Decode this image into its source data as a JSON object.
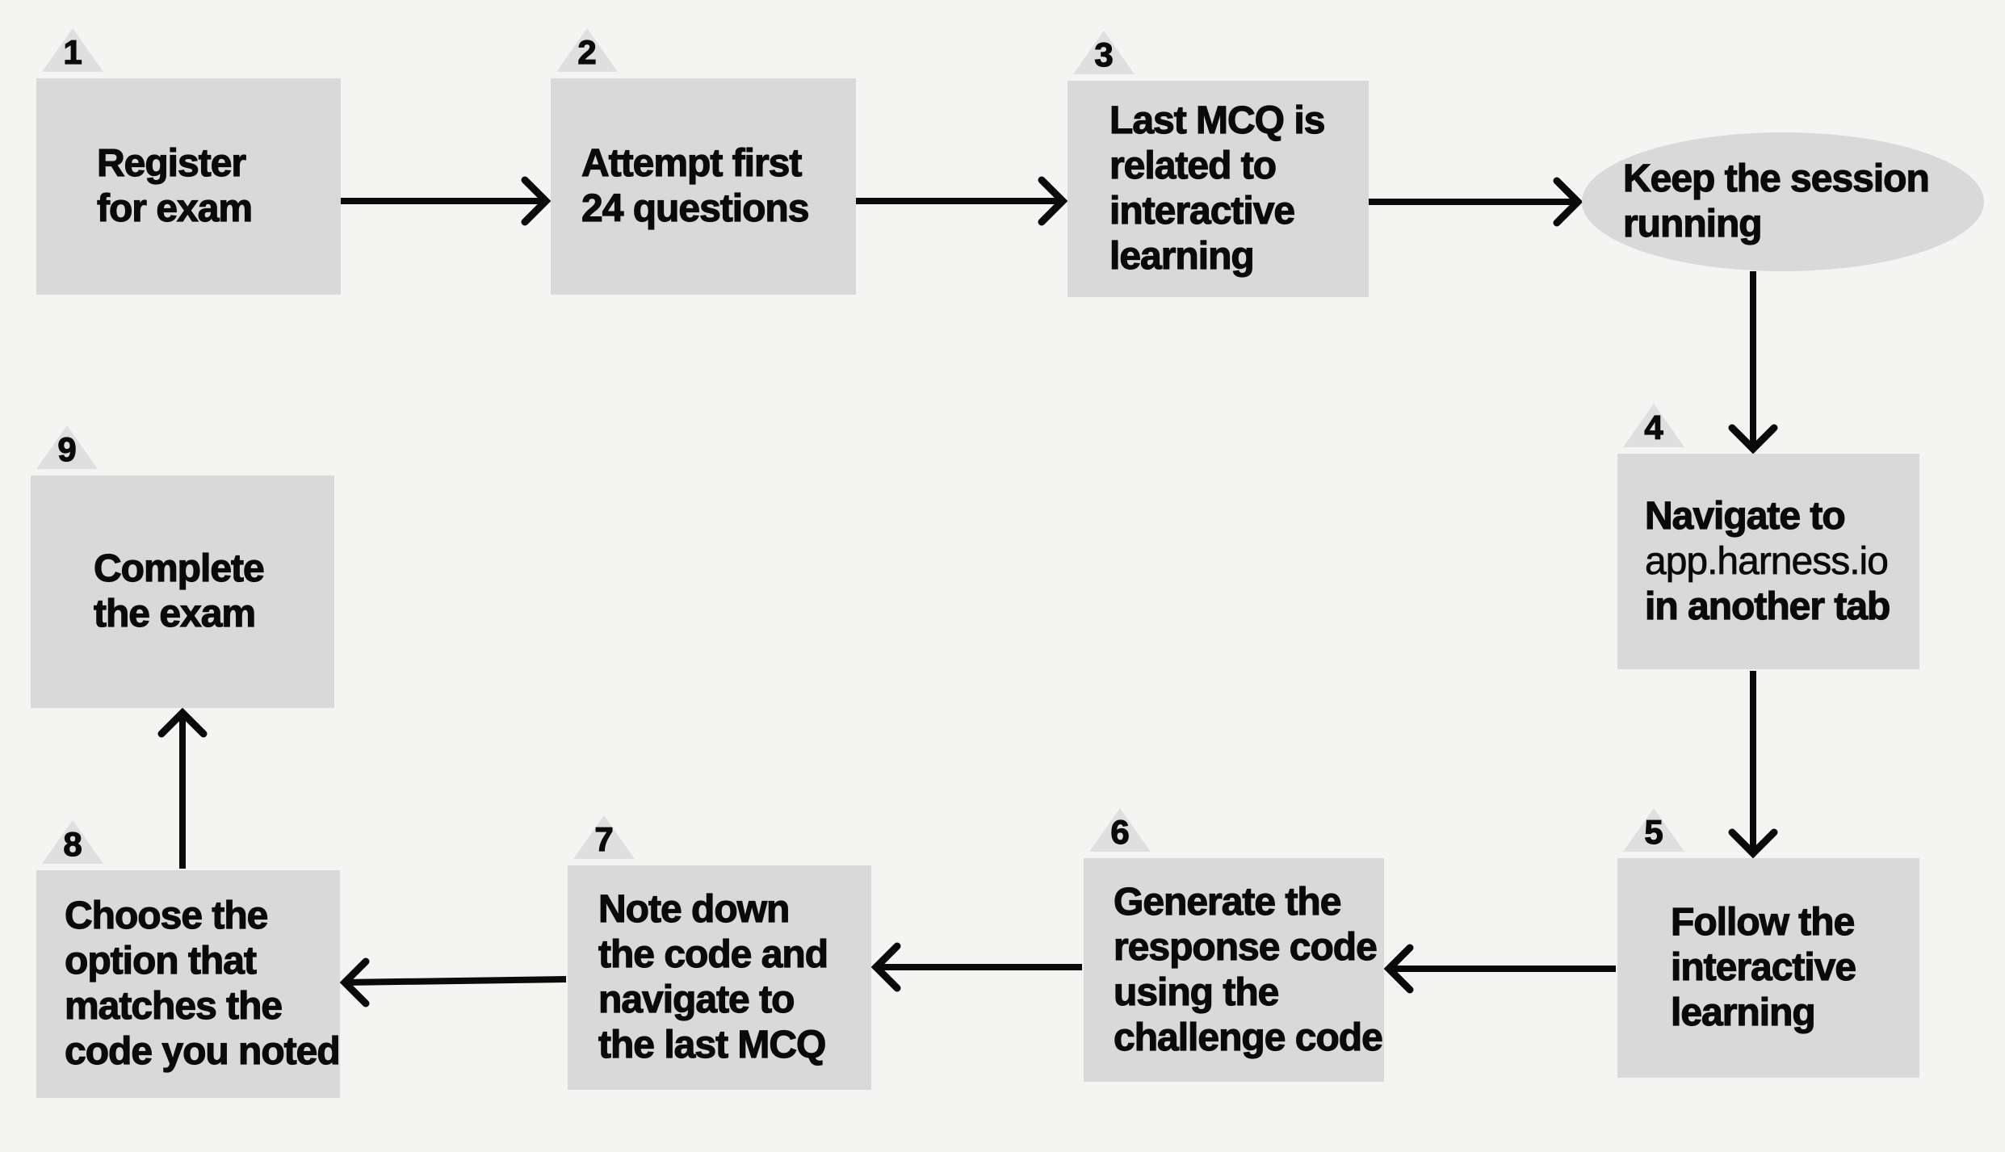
{
  "diagram": {
    "background": "#f4f4f3",
    "node_fill": "#d9d9d9",
    "marker_fill": "#dfdfdf",
    "arrow_color": "#0a0a0a",
    "nodes": [
      {
        "key": "step-1",
        "number": "1",
        "shape": "rectangle",
        "lines": [
          "Register",
          "for exam"
        ]
      },
      {
        "key": "step-2",
        "number": "2",
        "shape": "rectangle",
        "lines": [
          "Attempt first",
          "24 questions"
        ]
      },
      {
        "key": "step-3",
        "number": "3",
        "shape": "rectangle",
        "lines": [
          "Last MCQ is",
          "related to",
          "interactive",
          "learning"
        ]
      },
      {
        "key": "keep-session",
        "number": "",
        "shape": "ellipse",
        "lines": [
          "Keep the session",
          "running"
        ]
      },
      {
        "key": "step-4",
        "number": "4",
        "shape": "rectangle",
        "lines": [
          "Navigate to",
          "app.harness.io",
          "in another tab"
        ]
      },
      {
        "key": "step-5",
        "number": "5",
        "shape": "rectangle",
        "lines": [
          "Follow the",
          "interactive",
          "learning"
        ]
      },
      {
        "key": "step-6",
        "number": "6",
        "shape": "rectangle",
        "lines": [
          "Generate the",
          "response code",
          "using the",
          "challenge code"
        ]
      },
      {
        "key": "step-7",
        "number": "7",
        "shape": "rectangle",
        "lines": [
          "Note down",
          "the code and",
          "navigate to",
          "the last MCQ"
        ]
      },
      {
        "key": "step-8",
        "number": "8",
        "shape": "rectangle",
        "lines": [
          "Choose the",
          "option that",
          "matches the",
          "code you noted"
        ]
      },
      {
        "key": "step-9",
        "number": "9",
        "shape": "rectangle",
        "lines": [
          "Complete",
          "the exam"
        ]
      }
    ],
    "flow": [
      {
        "from": "step-1",
        "to": "step-2"
      },
      {
        "from": "step-2",
        "to": "step-3"
      },
      {
        "from": "step-3",
        "to": "keep-session"
      },
      {
        "from": "keep-session",
        "to": "step-4"
      },
      {
        "from": "step-4",
        "to": "step-5"
      },
      {
        "from": "step-5",
        "to": "step-6"
      },
      {
        "from": "step-6",
        "to": "step-7"
      },
      {
        "from": "step-7",
        "to": "step-8"
      },
      {
        "from": "step-8",
        "to": "step-9"
      }
    ]
  }
}
